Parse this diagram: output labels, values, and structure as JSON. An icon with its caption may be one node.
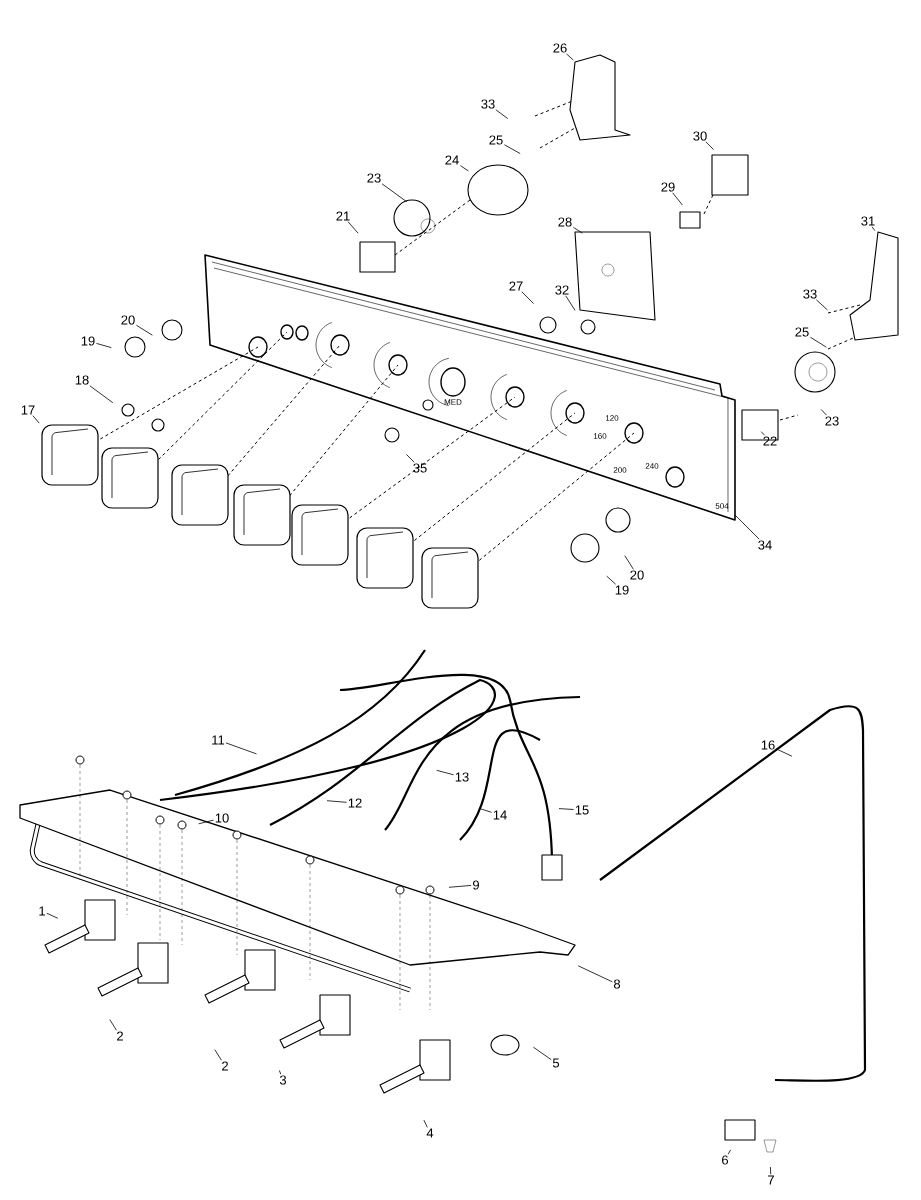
{
  "diagram": {
    "nodes": [
      {
        "text": [
          "26"
        ]
      },
      {
        "text": [
          "33"
        ]
      },
      {
        "text": [
          "25"
        ]
      },
      {
        "text": [
          "30"
        ]
      },
      {
        "text": [
          "24"
        ]
      },
      {
        "text": [
          "23"
        ]
      },
      {
        "text": [
          "29"
        ]
      },
      {
        "text": [
          "21"
        ]
      },
      {
        "text": [
          "28"
        ]
      },
      {
        "text": [
          "31"
        ]
      },
      {
        "text": [
          "27"
        ]
      },
      {
        "text": [
          "32"
        ]
      },
      {
        "text": [
          "33"
        ]
      },
      {
        "text": [
          "20"
        ]
      },
      {
        "text": [
          "25"
        ]
      },
      {
        "text": [
          "19"
        ]
      },
      {
        "text": [
          "18"
        ]
      },
      {
        "text": [
          "23"
        ]
      },
      {
        "text": [
          "17"
        ]
      },
      {
        "text": [
          "22"
        ]
      },
      {
        "text": [
          "35"
        ]
      },
      {
        "text": [
          "34"
        ]
      },
      {
        "text": [
          "20"
        ]
      },
      {
        "text": [
          "19"
        ]
      },
      {
        "text": [
          "11"
        ]
      },
      {
        "text": [
          "16"
        ]
      },
      {
        "text": [
          "12"
        ]
      },
      {
        "text": [
          "13"
        ]
      },
      {
        "text": [
          "14"
        ]
      },
      {
        "text": [
          "15"
        ]
      },
      {
        "text": [
          "10"
        ]
      },
      {
        "text": [
          "9"
        ]
      },
      {
        "text": [
          "1"
        ]
      },
      {
        "text": [
          "8"
        ]
      },
      {
        "text": [
          "2"
        ]
      },
      {
        "text": [
          "2"
        ]
      },
      {
        "text": [
          "5"
        ]
      },
      {
        "text": [
          "3"
        ]
      },
      {
        "text": [
          "4"
        ]
      },
      {
        "text": [
          "6"
        ]
      },
      {
        "text": [
          "7"
        ]
      },
      {
        "text": [],
        "shape": "picture"
      }
    ],
    "edges": [
      {
        "from": 0,
        "to": null,
        "arrow": "none"
      },
      {
        "from": 1,
        "to": null,
        "arrow": "none"
      },
      {
        "from": 2,
        "to": null,
        "arrow": "none"
      },
      {
        "from": 3,
        "to": null,
        "arrow": "none"
      },
      {
        "from": 4,
        "to": null,
        "arrow": "none"
      },
      {
        "from": 5,
        "to": null,
        "arrow": "none"
      },
      {
        "from": 6,
        "to": null,
        "arrow": "none"
      },
      {
        "from": 7,
        "to": null,
        "arrow": "none"
      },
      {
        "from": 8,
        "to": null,
        "arrow": "none"
      },
      {
        "from": 9,
        "to": null,
        "arrow": "none"
      },
      {
        "from": 10,
        "to": null,
        "arrow": "none"
      },
      {
        "from": 11,
        "to": null,
        "arrow": "none"
      },
      {
        "from": 12,
        "to": null,
        "arrow": "none"
      },
      {
        "from": 13,
        "to": null,
        "arrow": "none"
      },
      {
        "from": 14,
        "to": null,
        "arrow": "none"
      },
      {
        "from": 15,
        "to": null,
        "arrow": "none"
      },
      {
        "from": 16,
        "to": null,
        "arrow": "none"
      },
      {
        "from": 17,
        "to": null,
        "arrow": "none"
      },
      {
        "from": 18,
        "to": null,
        "arrow": "none"
      },
      {
        "from": 19,
        "to": null,
        "arrow": "none"
      },
      {
        "from": 20,
        "to": null,
        "arrow": "none"
      },
      {
        "from": 21,
        "to": 41,
        "arrow": "none"
      },
      {
        "from": 22,
        "to": null,
        "arrow": "none"
      },
      {
        "from": 23,
        "to": null,
        "arrow": "none"
      },
      {
        "from": 24,
        "to": null,
        "arrow": "none"
      },
      {
        "from": 25,
        "to": null,
        "arrow": "none"
      },
      {
        "from": 26,
        "to": null,
        "arrow": "none"
      },
      {
        "from": 27,
        "to": null,
        "arrow": "none"
      },
      {
        "from": 28,
        "to": null,
        "arrow": "none"
      },
      {
        "from": 29,
        "to": null,
        "arrow": "none"
      },
      {
        "from": 30,
        "to": null,
        "arrow": "none"
      },
      {
        "from": 31,
        "to": null,
        "arrow": "none"
      },
      {
        "from": 32,
        "to": null,
        "arrow": "none"
      },
      {
        "from": 33,
        "to": null,
        "arrow": "none"
      },
      {
        "from": 34,
        "to": null,
        "arrow": "none"
      },
      {
        "from": 35,
        "to": null,
        "arrow": "none"
      },
      {
        "from": 36,
        "to": null,
        "arrow": "none"
      },
      {
        "from": 37,
        "to": null,
        "arrow": "none"
      },
      {
        "from": 38,
        "to": null,
        "arrow": "none"
      },
      {
        "from": 39,
        "to": null,
        "arrow": "none"
      },
      {
        "from": 40,
        "to": null,
        "arrow": "none"
      }
    ],
    "labels": [
      "MED",
      "120",
      "160",
      "200",
      "240",
      "504"
    ]
  }
}
